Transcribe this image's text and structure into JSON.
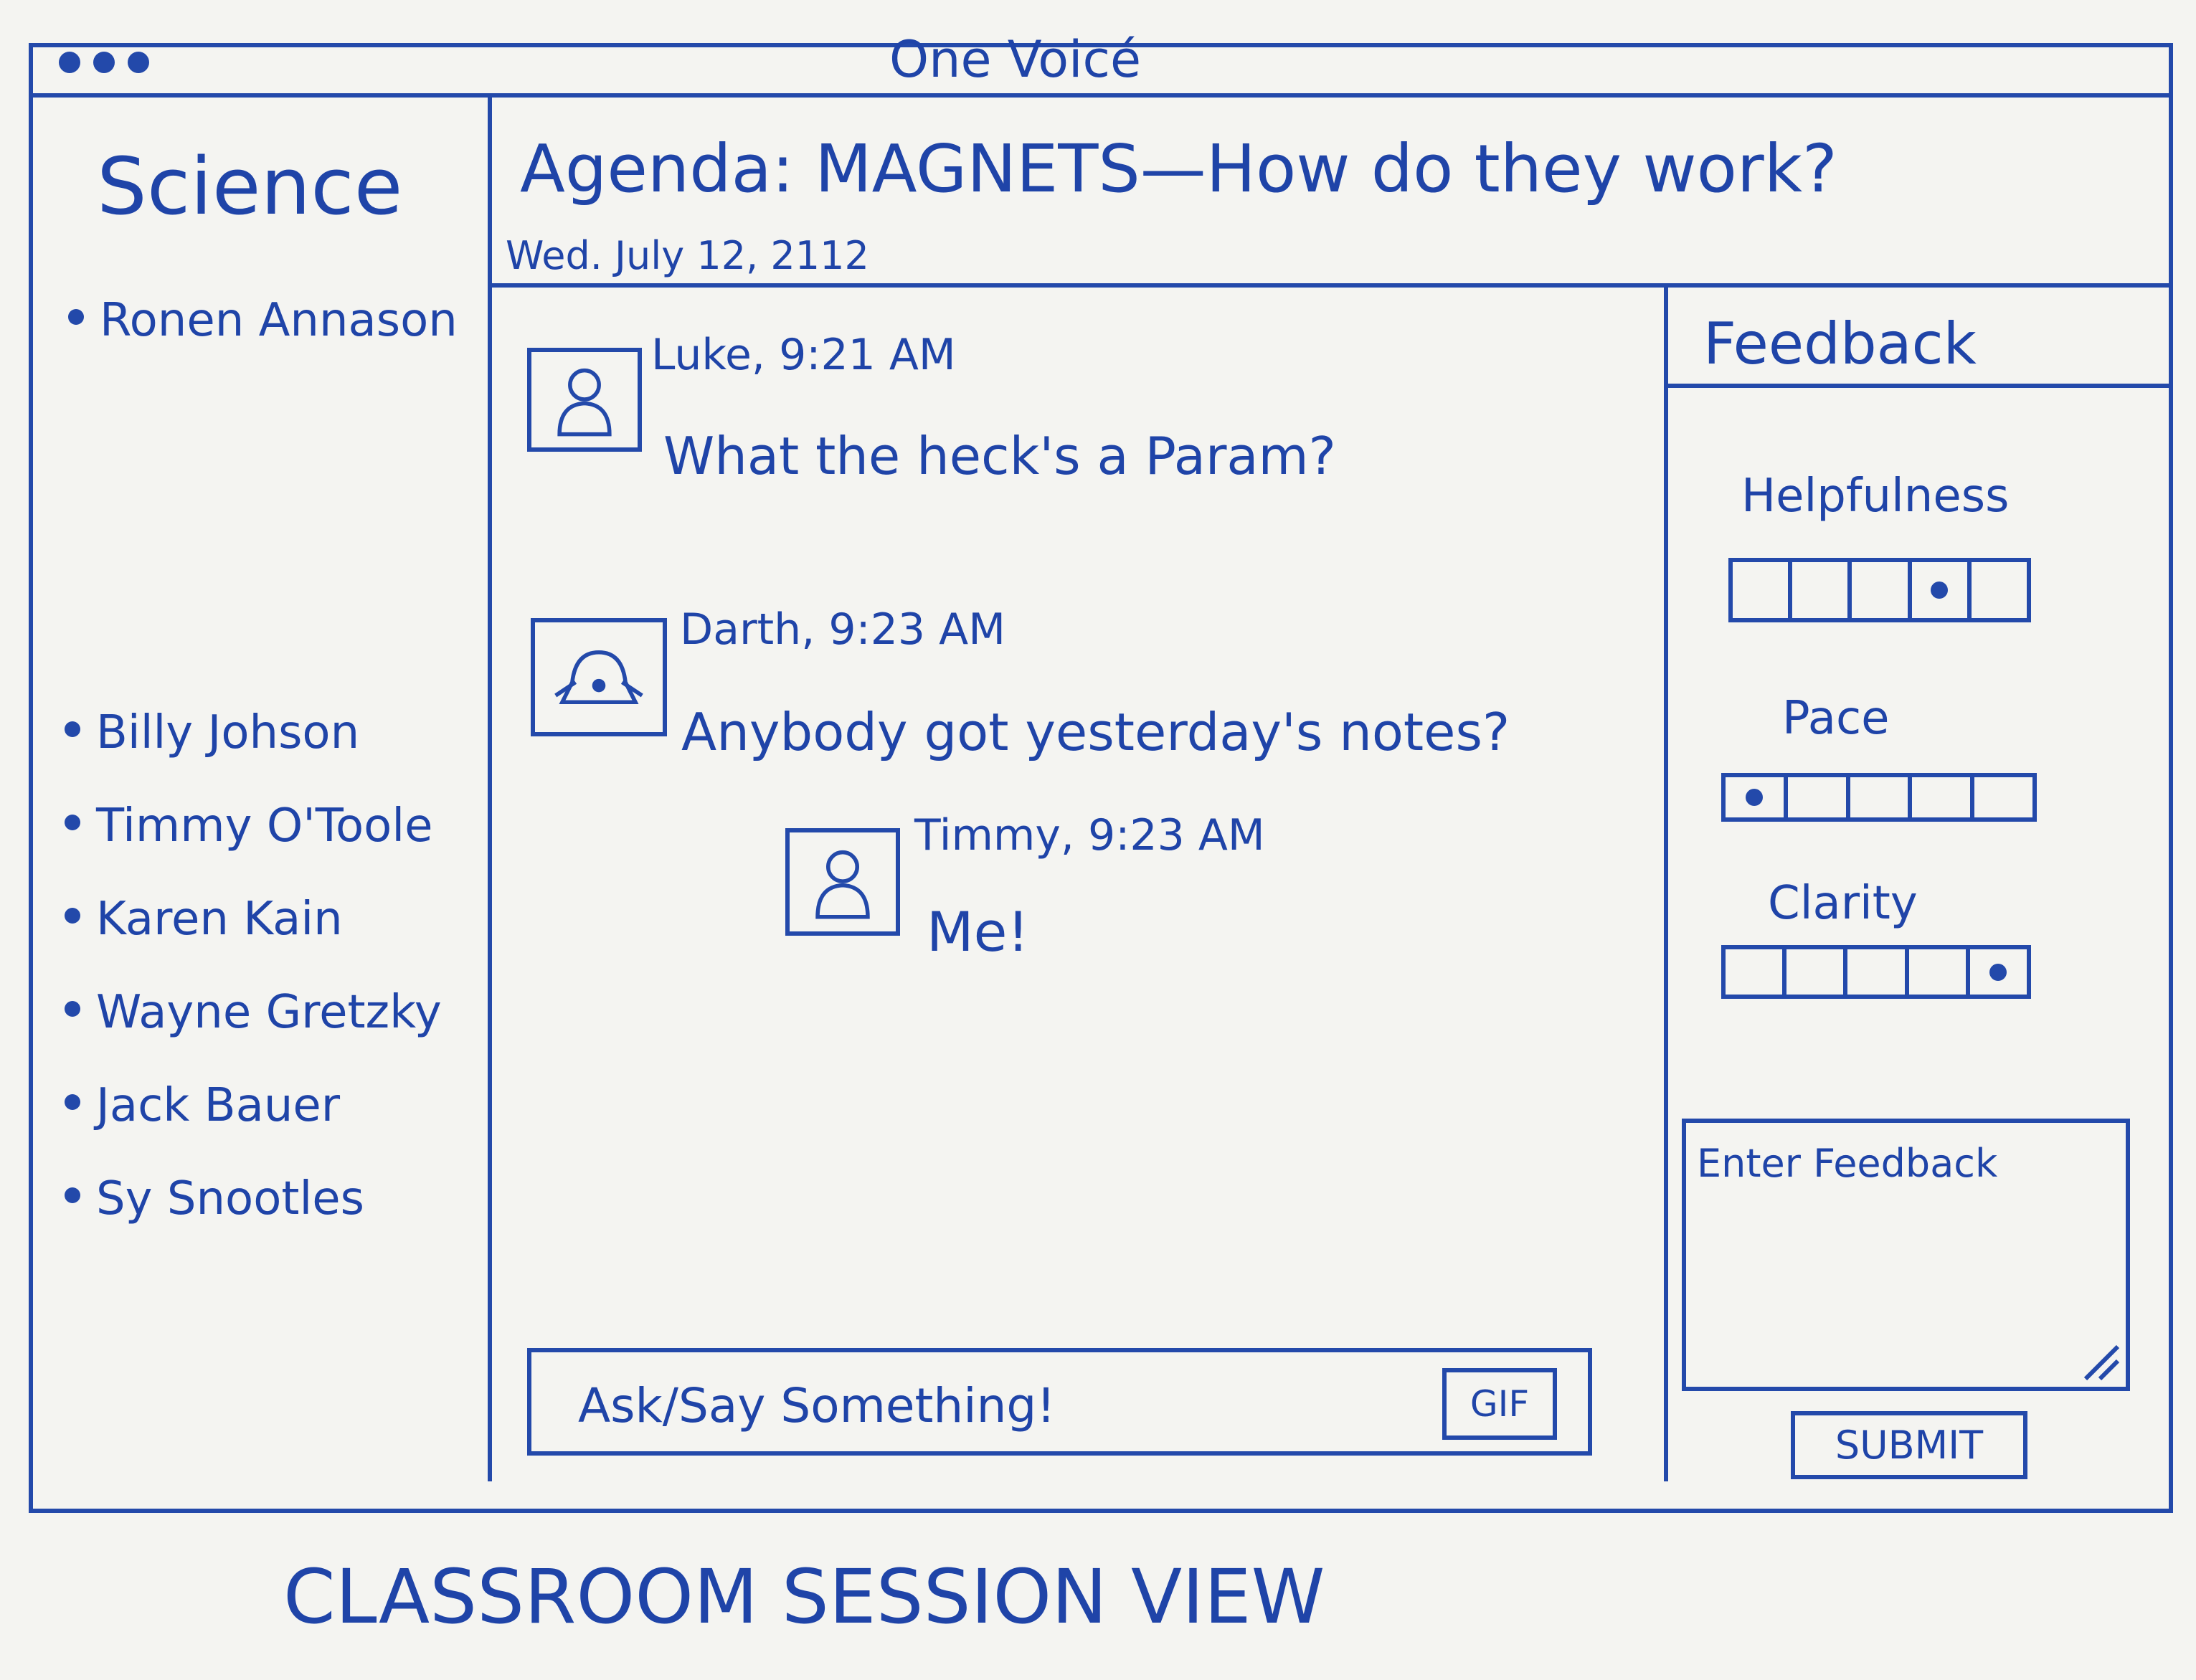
{
  "window": {
    "title": "One Voicé"
  },
  "sidebar": {
    "title": "Science",
    "teacher": "Ronen Annason",
    "students": [
      "Billy Johson",
      "Timmy O'Toole",
      "Karen Kain",
      "Wayne Gretzky",
      "Jack Bauer",
      "Sy Snootles"
    ]
  },
  "header": {
    "agenda": "Agenda: MAGNETS—How do they work?",
    "date": "Wed. July 12, 2112"
  },
  "chat": {
    "messages": [
      {
        "author": "Luke, 9:21 AM",
        "text": "What the heck's a Param?"
      },
      {
        "author": "Darth, 9:23 AM",
        "text": "Anybody got yesterday's notes?"
      },
      {
        "author": "Timmy, 9:23 AM",
        "text": "Me!"
      }
    ],
    "input_placeholder": "Ask/Say Something!",
    "gif_label": "GIF"
  },
  "feedback": {
    "title": "Feedback",
    "ratings": [
      {
        "label": "Helpfulness",
        "segments": 5,
        "selected": 4
      },
      {
        "label": "Pace",
        "segments": 5,
        "selected": 1
      },
      {
        "label": "Clarity",
        "segments": 5,
        "selected": 5
      }
    ],
    "textarea_placeholder": "Enter Feedback",
    "submit_label": "SUBMIT"
  },
  "caption": "CLASSROOM SESSION VIEW"
}
